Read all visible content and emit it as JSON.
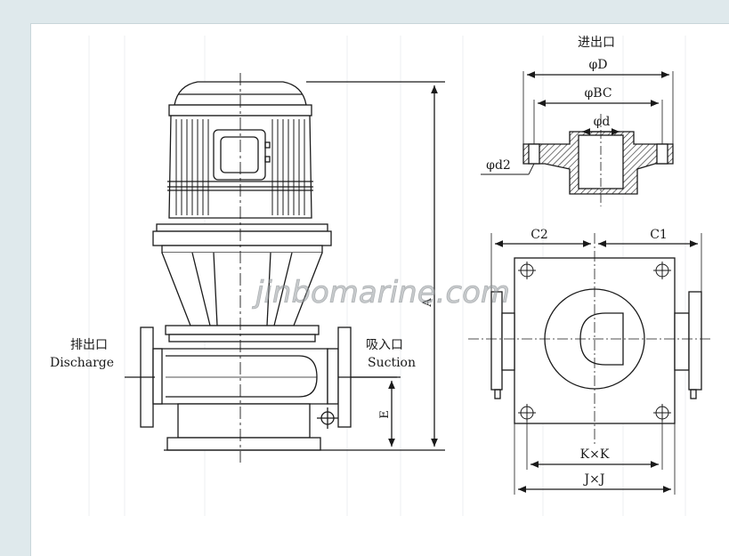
{
  "labels": {
    "discharge_cn": "排出口",
    "discharge_en": "Discharge",
    "suction_cn": "吸入口",
    "suction_en": "Suction",
    "inlet_outlet_cn": "进出口",
    "dim_A": "A",
    "dim_E": "E",
    "dim_phiD": "φD",
    "dim_phiBC": "φBC",
    "dim_phid": "φd",
    "dim_phid2": "φd2",
    "dim_C2": "C2",
    "dim_C1": "C1",
    "dim_KxK": "K×K",
    "dim_JxJ": "J×J"
  },
  "watermark": "jinbomarine.com",
  "colors": {
    "background": "#dfe9ec",
    "panel": "#ffffff",
    "line": "#1a1a1a",
    "watermark": "#9aa0a4"
  }
}
